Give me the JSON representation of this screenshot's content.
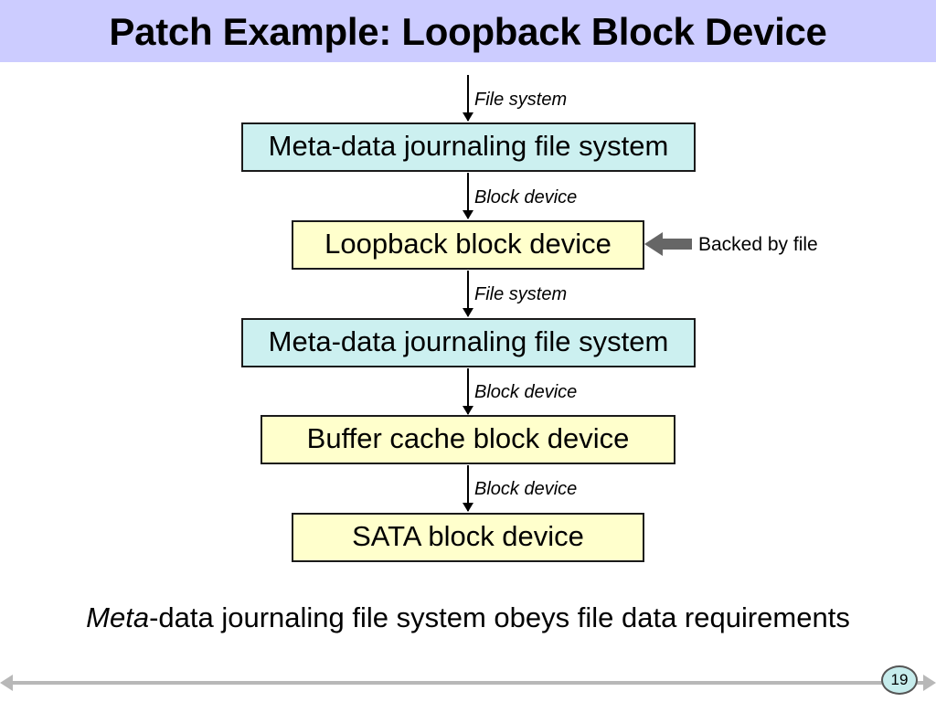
{
  "title": "Patch Example: Loopback Block Device",
  "diagram": {
    "layers": [
      {
        "label": "Meta-data journaling file system"
      },
      {
        "label": "Loopback block device"
      },
      {
        "label": "Meta-data journaling file system"
      },
      {
        "label": "Buffer cache block device"
      },
      {
        "label": "SATA block device"
      }
    ],
    "interfaces": [
      "File system",
      "Block device",
      "File system",
      "Block device",
      "Block device"
    ],
    "side_note": "Backed by file"
  },
  "caption": {
    "italic": "Meta",
    "rest": "-data journaling file system obeys file data requirements"
  },
  "page_number": "19",
  "colors": {
    "title_bar": "#ccccff",
    "file_system_box": "#ccf0f0",
    "block_device_box": "#ffffcc",
    "side_arrow": "#666666"
  }
}
